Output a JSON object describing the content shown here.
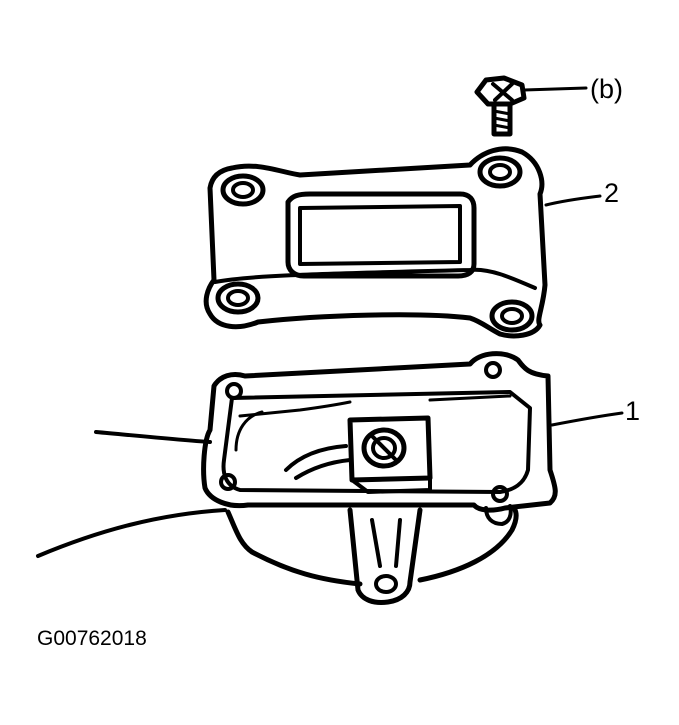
{
  "figure_id": "G00762018",
  "callouts": {
    "screw": "(b)",
    "cover": "2",
    "housing": "1"
  },
  "colors": {
    "ink": "#000000",
    "background": "#ffffff"
  }
}
